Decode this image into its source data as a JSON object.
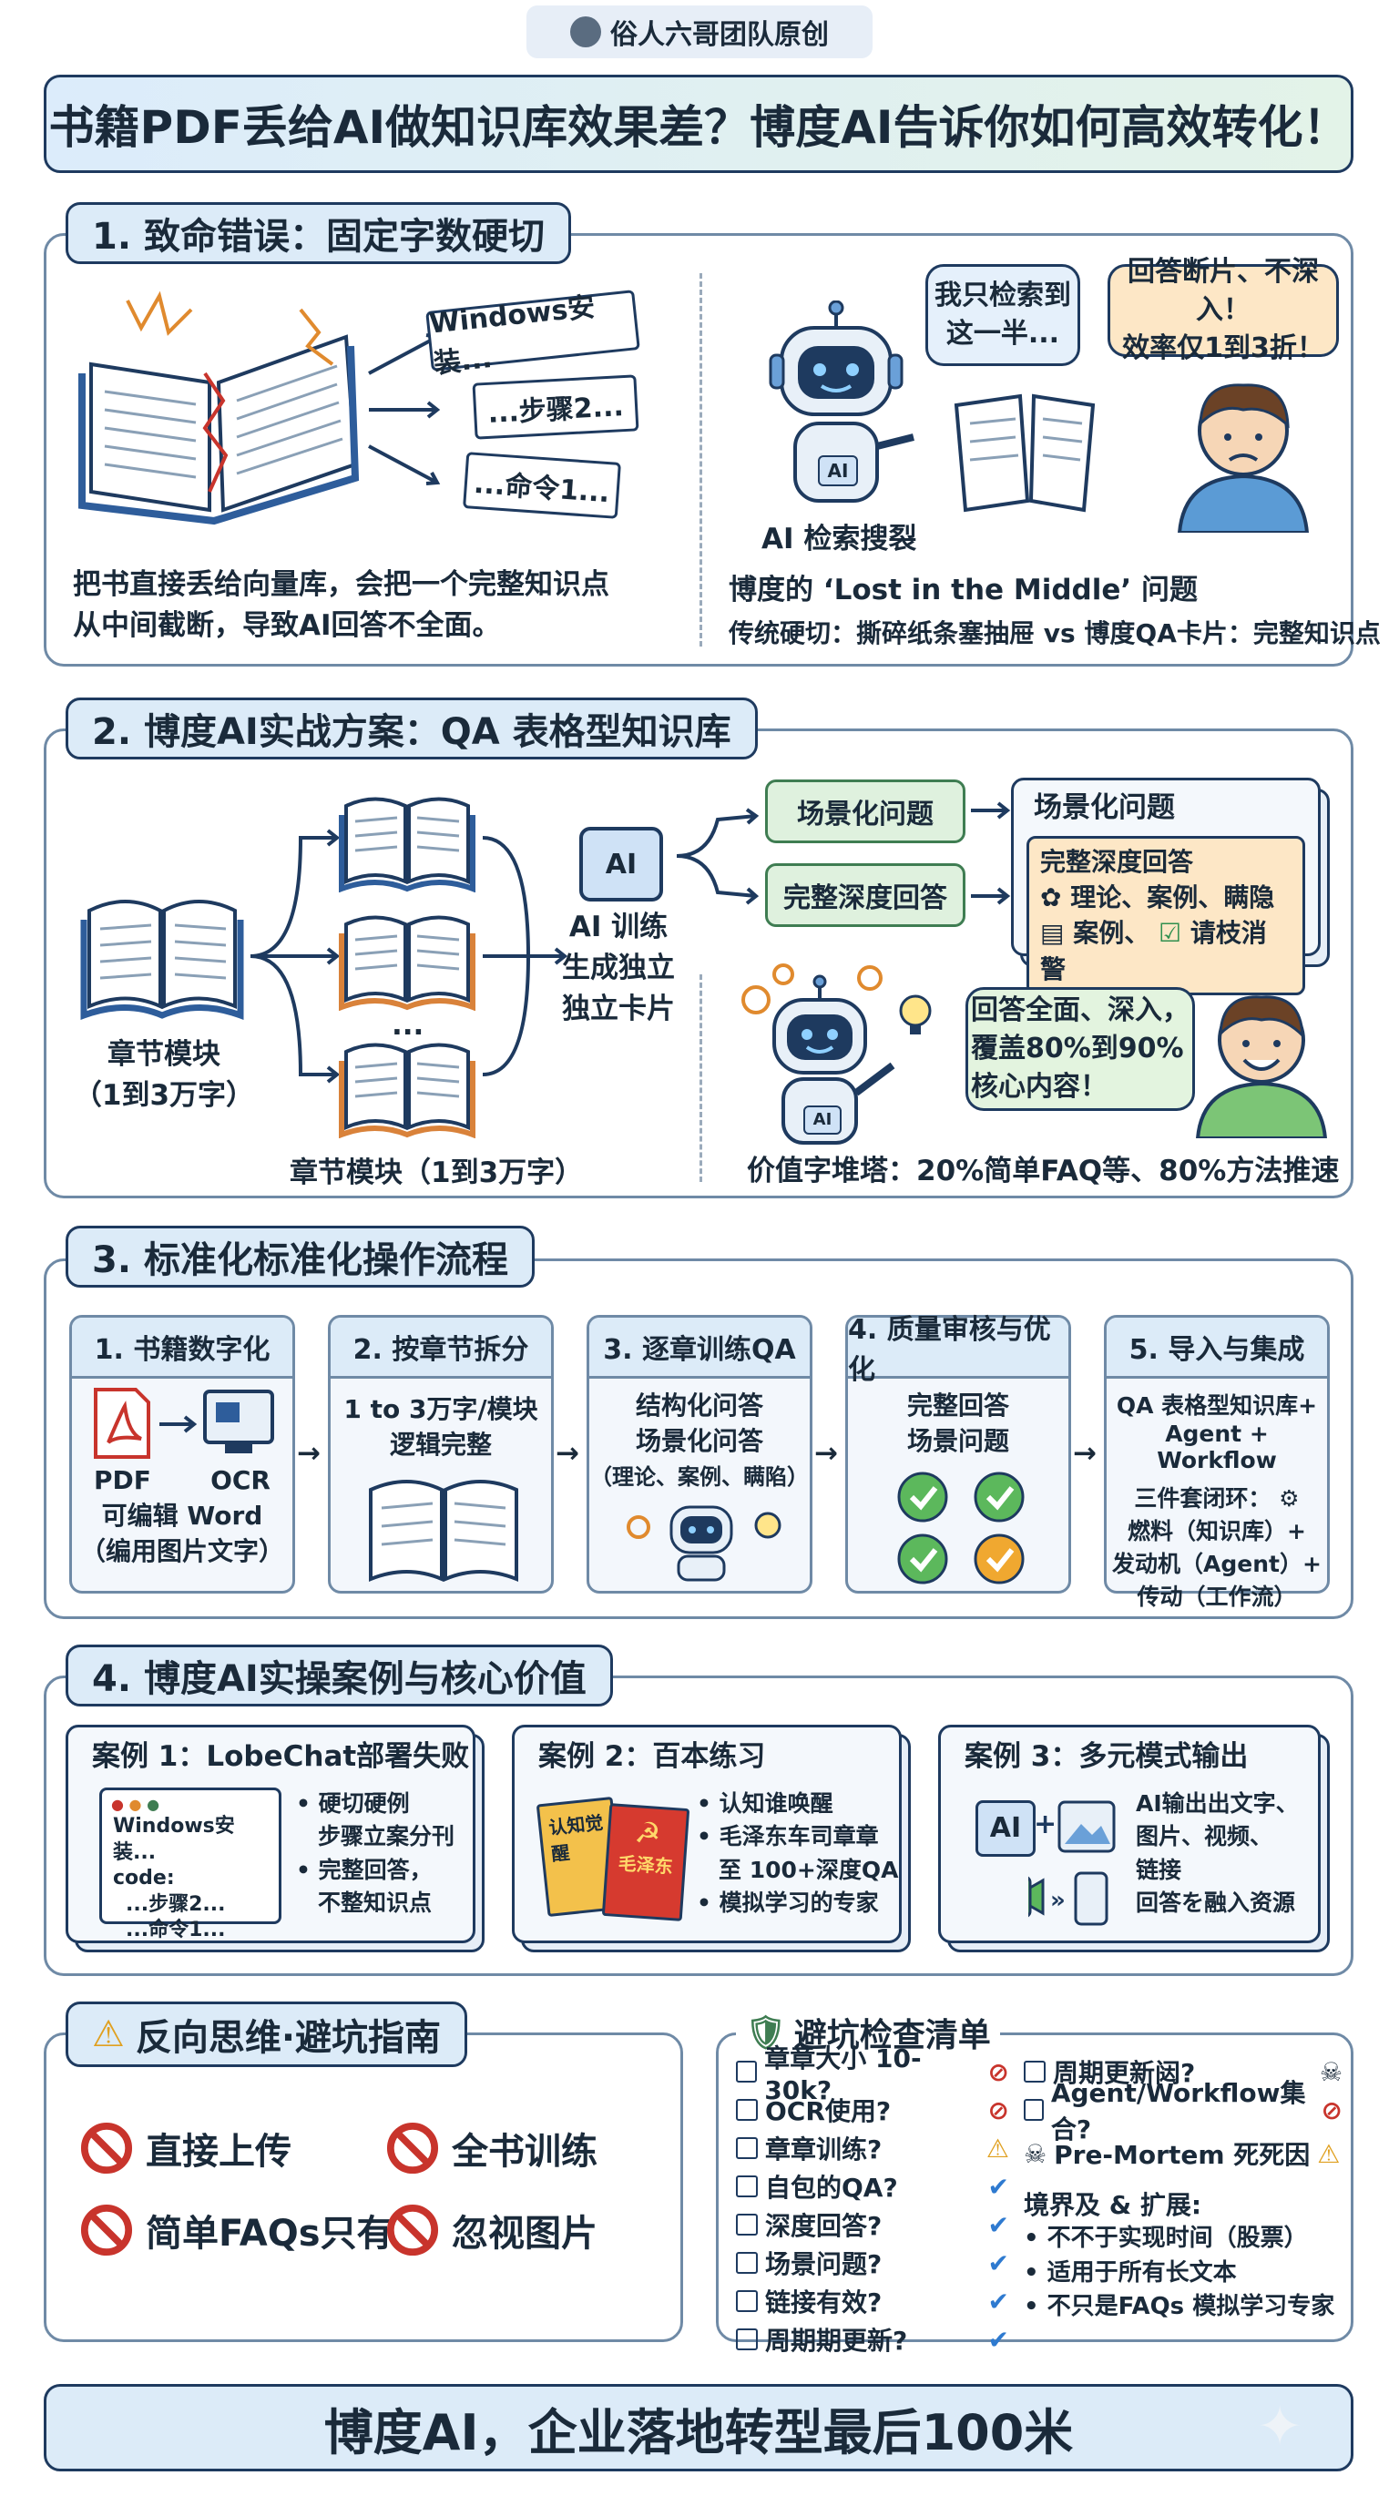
{
  "badge": {
    "text": "俗人六哥团队原创"
  },
  "title": "书籍PDF丢给AI做知识库效果差？博度AI告诉你如何高效转化！",
  "s1": {
    "tab": "1. 致命错误：固定字数硬切",
    "slips": [
      "Windows安装...",
      "...步骤2...",
      "...命令1..."
    ],
    "left_caption": [
      "把书直接丢给向量库，会把一个完整知识点",
      "从中间截断，导致AI回答不全面。"
    ],
    "robot_bubble": [
      "我只检索到",
      "这一半..."
    ],
    "user_bubble": [
      "回答断片、不深入！",
      "效率仅1到3折！"
    ],
    "robot_label": "AI 检索搜裂",
    "robot_chip": "AI",
    "right_caption1": "博度的 ‘Lost in the Middle’ 问题",
    "right_caption2": "传统硬切：撕碎纸条塞抽屉 vs 博度QA卡片：完整知识点"
  },
  "s2": {
    "tab": "2. 博度AI实战方案：QA 表格型知识库",
    "left_label": [
      "章节模块",
      "（1到3万字）"
    ],
    "ellipsis": "...",
    "bottom_label": "章节模块（1到3万字）",
    "ai_chip": "AI",
    "ai_label": [
      "AI 训练",
      "生成独立",
      "独立卡片"
    ],
    "pill1": "场景化问题",
    "pill2": "完整深度回答",
    "card_title": "场景化问题",
    "card_inner_title": "完整深度回答",
    "card_line1": "理论、案例、瞒隐",
    "card_line2a": "案例、",
    "card_line2b": "请枝消警",
    "robot_bubble": [
      "回答全面、深入，",
      "覆盖80%到90%",
      "核心内容！"
    ],
    "robot_chip": "AI",
    "value_caption": "价值字堆塔：20%简单FAQ等、80%方法推速"
  },
  "s3": {
    "tab": "3. 标准化标准化操作流程",
    "steps": [
      {
        "head": "1. 书籍数字化",
        "pdf": "PDF",
        "ocr": "OCR",
        "line1": "可编辑 Word",
        "line2": "（编用图片文字）"
      },
      {
        "head": "2. 按章节拆分",
        "line1": "1 to 3万字/模块",
        "line2": "逻辑完整"
      },
      {
        "head": "3. 逐章训练QA",
        "line1": "结构化问答",
        "line2": "场景化问答",
        "line3": "（理论、案例、瞒陷）"
      },
      {
        "head": "4. 质量审核与优化",
        "line1": "完整回答",
        "line2": "场景问题"
      },
      {
        "head": "5. 导入与集成",
        "line1": "QA 表格型知识库+",
        "line2": "Agent + Workflow",
        "line3": "三件套闭环：",
        "line4": "燃料（知识库）+",
        "line5": "发动机（Agent）+",
        "line6": "传动（工作流）"
      }
    ]
  },
  "s4": {
    "tab": "4. 博度AI实操案例与核心价值",
    "case1": {
      "title": "案例 1：LobeChat部署失败",
      "code1": "Windows安装...",
      "code2": "code:",
      "code3": "...步骤2...",
      "code4": "...命令1...",
      "b1": "• 硬切硬例",
      "b2": "步骤立案分刊",
      "b3": "• 完整回答，",
      "b4": "不整知识点"
    },
    "case2": {
      "title": "案例 2：百本练习",
      "book1": "认知觉醒",
      "book2": "毛泽东",
      "b1": "• 认知谁唤醒",
      "b2": "• 毛泽东车司章章",
      "b3": "至 100+深度QA",
      "b4": "• 模拟学习的专家"
    },
    "case3": {
      "title": "案例 3：多元模式输出",
      "ai": "AI",
      "b1": "AI输出出文字、",
      "b2": "图片、视频、",
      "b3": "链接",
      "b4": "回答を融入资源"
    }
  },
  "s5": {
    "tab": "反向思维·避坑指南",
    "items": [
      "直接上传",
      "全书训练",
      "简单FAQs只有",
      "忽视图片"
    ]
  },
  "s6": {
    "title": "避坑检查清单",
    "left": [
      "章章大小 10-30k?",
      "OCR使用?",
      "章章训练?",
      "自包的QA?",
      "深度回答?",
      "场景问题?",
      "链接有效?",
      "周期期更新?"
    ],
    "right1": "周期更新闼?",
    "right2": "Agent/Workflow集合?",
    "premortem": "Pre-Mortem 死死因",
    "scope_title": "境界及 & 扩展:",
    "scope": [
      "• 不不于实现时间（股票）",
      "• 适用于所有长文本",
      "• 不只是FAQs  模拟学习专家"
    ]
  },
  "footer": "博度AI，企业落地转型最后100米",
  "colors": {
    "navy": "#1e3a5f",
    "green": "#3f7d52",
    "orange": "#e08a2e",
    "red": "#c8342c"
  }
}
